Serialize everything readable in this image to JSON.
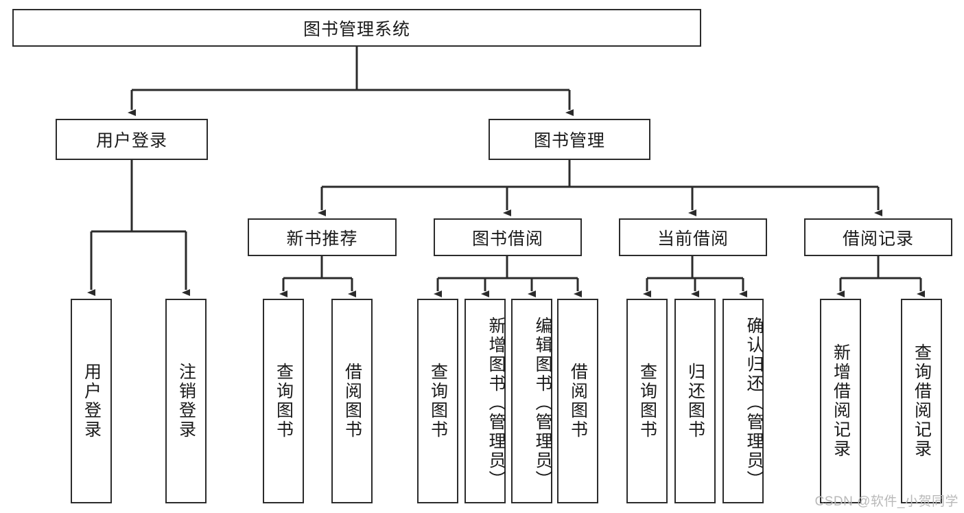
{
  "diagram": {
    "title": "图书管理系统",
    "type": "tree",
    "root": {
      "id": "root",
      "label": "图书管理系统"
    },
    "level2": [
      {
        "id": "user-login",
        "label": "用户登录"
      },
      {
        "id": "book-manage",
        "label": "图书管理"
      }
    ],
    "level3": [
      {
        "id": "new-book-recommend",
        "label": "新书推荐",
        "parent": "book-manage"
      },
      {
        "id": "book-borrow",
        "label": "图书借阅",
        "parent": "book-manage"
      },
      {
        "id": "current-borrow",
        "label": "当前借阅",
        "parent": "book-manage"
      },
      {
        "id": "borrow-record",
        "label": "借阅记录",
        "parent": "book-manage"
      }
    ],
    "leaves": [
      {
        "id": "leaf-user-login",
        "label": "用户登录",
        "parent": "user-login"
      },
      {
        "id": "leaf-logout-login",
        "label": "注销登录",
        "parent": "user-login"
      },
      {
        "id": "leaf-query-book-1",
        "label": "查询图书",
        "parent": "new-book-recommend"
      },
      {
        "id": "leaf-borrow-book-1",
        "label": "借阅图书",
        "parent": "new-book-recommend"
      },
      {
        "id": "leaf-query-book-2",
        "label": "查询图书",
        "parent": "book-borrow"
      },
      {
        "id": "leaf-add-book",
        "label": "新增图书（管理员）",
        "parent": "book-borrow"
      },
      {
        "id": "leaf-edit-book",
        "label": "编辑图书（管理员）",
        "parent": "book-borrow"
      },
      {
        "id": "leaf-borrow-book-2",
        "label": "借阅图书",
        "parent": "book-borrow"
      },
      {
        "id": "leaf-query-book-3",
        "label": "查询图书",
        "parent": "current-borrow"
      },
      {
        "id": "leaf-return-book",
        "label": "归还图书",
        "parent": "current-borrow"
      },
      {
        "id": "leaf-confirm-return",
        "label": "确认归还（管理员）",
        "parent": "current-borrow"
      },
      {
        "id": "leaf-add-record",
        "label": "新增借阅记录",
        "parent": "borrow-record"
      },
      {
        "id": "leaf-query-record",
        "label": "查询借阅记录",
        "parent": "borrow-record"
      }
    ],
    "colors": {
      "stroke": "#2b2b2b",
      "fill": "#ffffff",
      "text": "#1a1a1a",
      "watermark": "#b9b9b9"
    }
  },
  "watermark": {
    "text": "CSDN @软件_小贺同学"
  }
}
